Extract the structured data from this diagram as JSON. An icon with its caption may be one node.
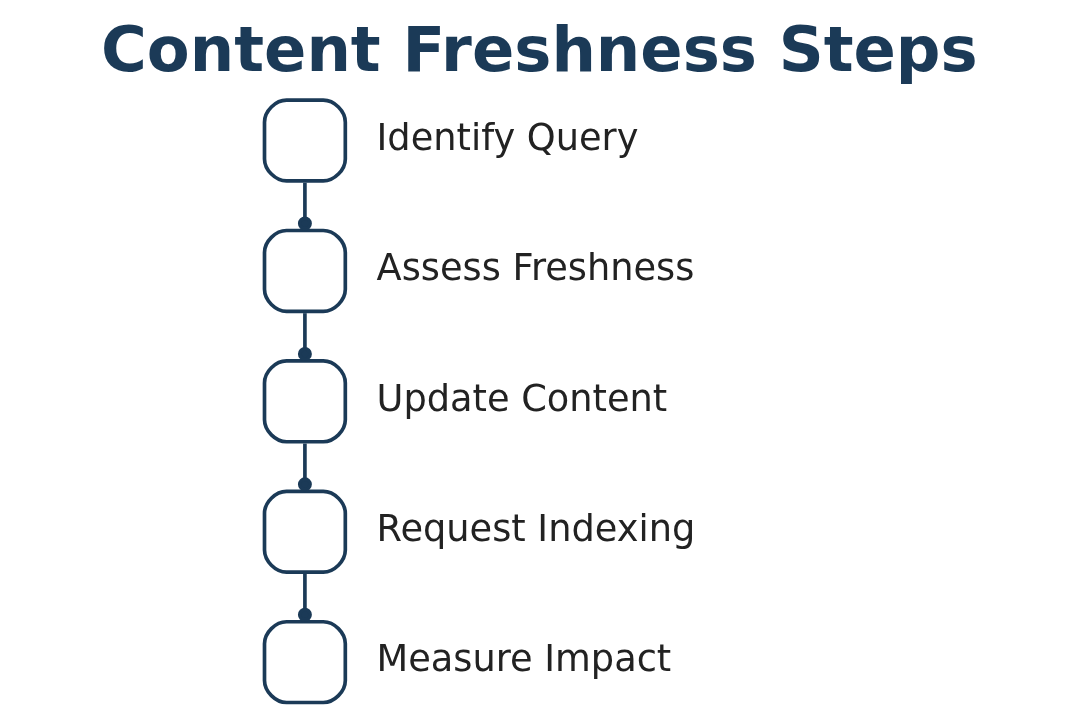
{
  "diagram": {
    "title": "Content Freshness Steps",
    "nodes": [
      {
        "text": [
          "Identify Query"
        ]
      },
      {
        "text": [
          "Assess Freshness"
        ]
      },
      {
        "text": [
          "Update Content"
        ]
      },
      {
        "text": [
          "Request Indexing"
        ]
      },
      {
        "text": [
          "Measure Impact"
        ]
      }
    ],
    "edges": [
      {
        "from": 0,
        "to": 1,
        "arrow": "other"
      },
      {
        "from": 1,
        "to": 2,
        "arrow": "other"
      },
      {
        "from": 2,
        "to": 3,
        "arrow": "other"
      },
      {
        "from": 3,
        "to": 4,
        "arrow": "other"
      }
    ]
  }
}
